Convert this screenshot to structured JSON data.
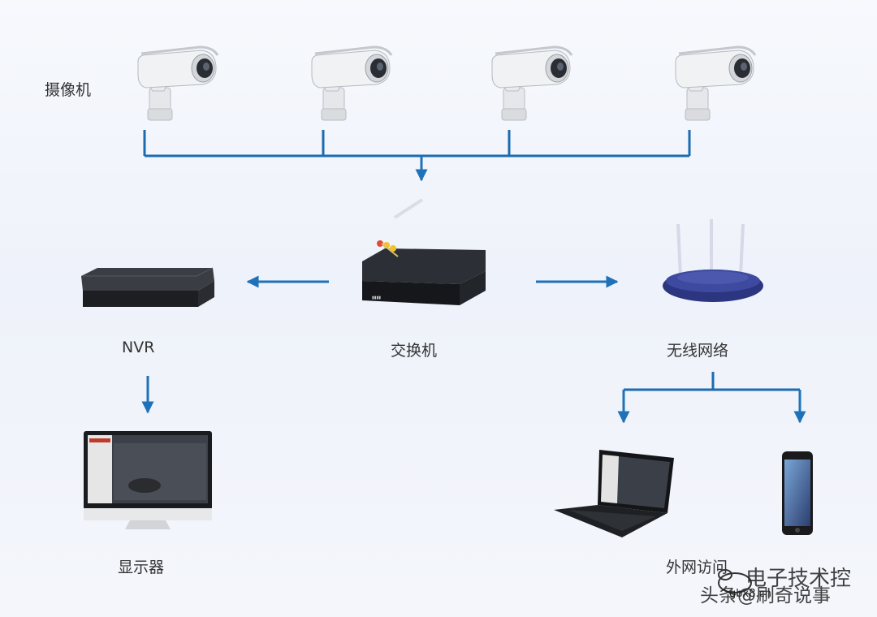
{
  "labels": {
    "camera": "摄像机",
    "nvr": "NVR",
    "switch": "交换机",
    "wireless": "无线网络",
    "display": "显示器",
    "remote": "外网访问"
  },
  "watermark": {
    "line1": "电子技术控",
    "line2": "头条@刷奇说事",
    "url": "gbx8.cn"
  },
  "colors": {
    "line": "#1b6bb0",
    "arrow": "#1f72b8"
  },
  "icons": [
    "camera-icon",
    "network-switch-icon",
    "nvr-icon",
    "wireless-router-icon",
    "monitor-icon",
    "laptop-icon",
    "smartphone-icon"
  ]
}
